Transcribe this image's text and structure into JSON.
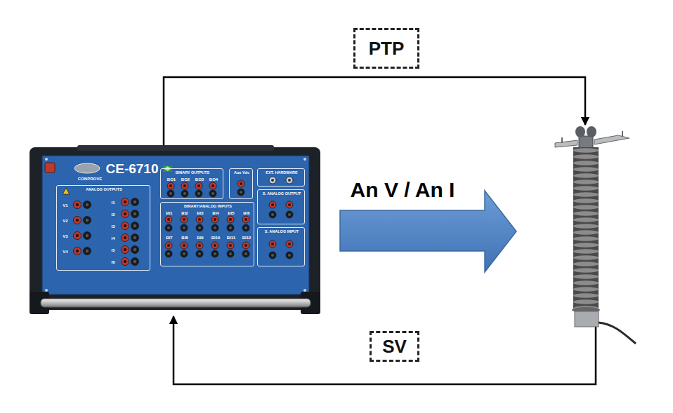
{
  "diagram": {
    "nodes": [
      {
        "text": [
          "PTP"
        ]
      },
      {
        "text": [
          "CONPROVE",
          "CE-6710"
        ]
      },
      {
        "text": [
          "ANALOG OUTPUTS",
          "V1",
          "V2",
          "V3",
          "V4",
          "I1",
          "I2",
          "I3",
          "I4",
          "I5",
          "I6"
        ],
        "in": 1
      },
      {
        "text": [
          "BINARY OUTPUTS",
          "BO1",
          "BO2",
          "BO3",
          "BO4"
        ],
        "in": 1
      },
      {
        "text": [
          "Aux Vdc"
        ],
        "in": 1
      },
      {
        "text": [
          "EXT. HARDWARE"
        ],
        "in": 1
      },
      {
        "text": [
          "BINARY/ANALOG INPUTS",
          "BI1",
          "BI2",
          "BI3",
          "BI4",
          "BI5",
          "BI6",
          "BI7",
          "BI8",
          "BI9",
          "BI10",
          "BI11",
          "BI12"
        ],
        "in": 1
      },
      {
        "text": [
          "S. ANALOG OUTPUT"
        ],
        "in": 1
      },
      {
        "text": [
          "S. ANALOG INPUT"
        ],
        "in": 1
      },
      {
        "text": [
          "SV"
        ]
      }
    ],
    "labels": [
      "An V / An I"
    ]
  }
}
